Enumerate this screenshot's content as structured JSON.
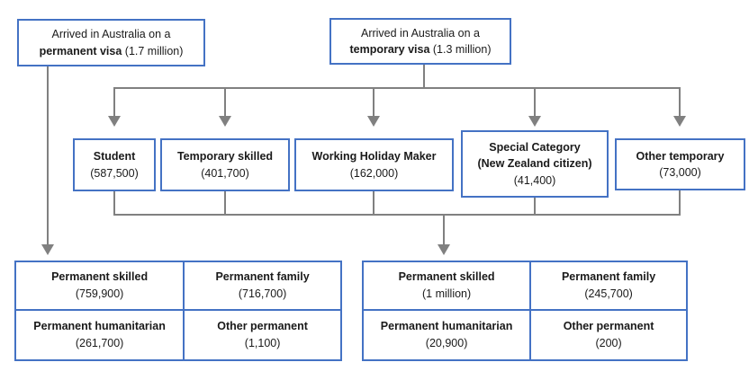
{
  "colors": {
    "box_border_blue": "#4472C4",
    "connector_gray": "#808080",
    "text": "#1A1A1A",
    "background": "#FFFFFF"
  },
  "flowchart": {
    "roots": {
      "permanent": {
        "line1": "Arrived in Australia on a",
        "emphasis": "permanent visa",
        "suffix": " (1.7 million)"
      },
      "temporary": {
        "line1": "Arrived in Australia on a",
        "emphasis": "temporary visa",
        "suffix": " (1.3 million)"
      }
    },
    "temporary_categories": [
      {
        "title": "Student",
        "value": "(587,500)"
      },
      {
        "title": "Temporary skilled",
        "value": "(401,700)"
      },
      {
        "title": "Working Holiday Maker",
        "value": "(162,000)"
      },
      {
        "title": "Special Category",
        "subtitle": "(New Zealand citizen)",
        "value": "(41,400)"
      },
      {
        "title": "Other temporary",
        "value": "(73,000)"
      }
    ],
    "permanent_arrivals_table": [
      {
        "title": "Permanent skilled",
        "value": "(759,900)"
      },
      {
        "title": "Permanent family",
        "value": "(716,700)"
      },
      {
        "title": "Permanent humanitarian",
        "value": "(261,700)"
      },
      {
        "title": "Other permanent",
        "value": "(1,100)"
      }
    ],
    "temporary_arrivals_table": [
      {
        "title": "Permanent skilled",
        "value": "(1 million)"
      },
      {
        "title": "Permanent family",
        "value": "(245,700)"
      },
      {
        "title": "Permanent humanitarian",
        "value": "(20,900)"
      },
      {
        "title": "Other permanent",
        "value": "(200)"
      }
    ]
  }
}
